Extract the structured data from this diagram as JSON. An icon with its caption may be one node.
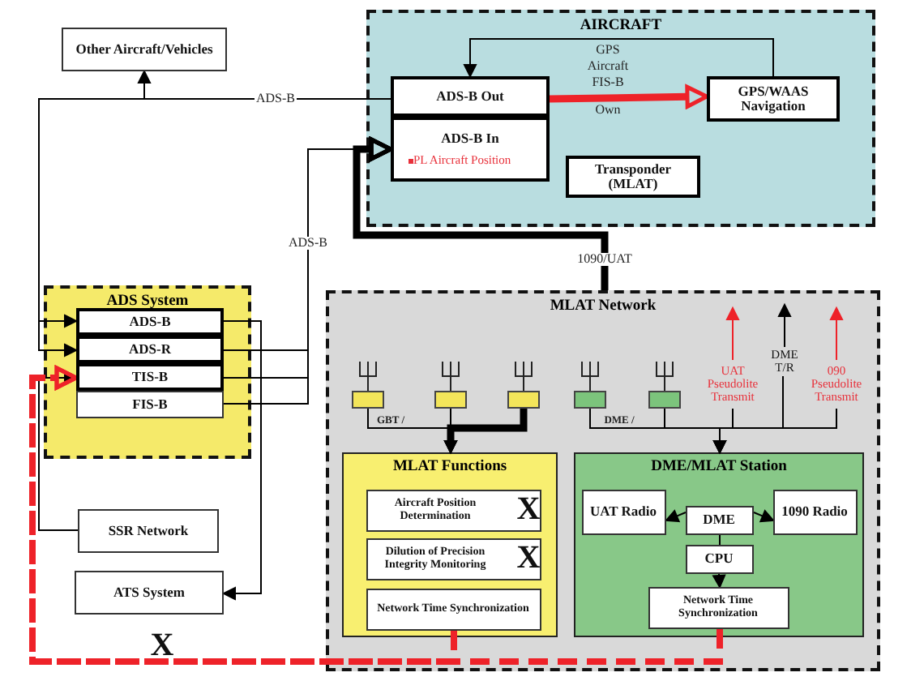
{
  "diagram": {
    "nodes": [
      {
        "text": [
          "Other Aircraft/Vehicles"
        ]
      },
      {
        "text": [
          "AIRCRAFT"
        ]
      },
      {
        "text": [
          "ADS-B Out"
        ],
        "in": 1
      },
      {
        "text": [
          "ADS-B In",
          "PL Aircraft Position"
        ],
        "in": 1
      },
      {
        "text": [
          "GPS/WAAS Navigation"
        ],
        "in": 1
      },
      {
        "text": [
          "Transponder (MLAT)"
        ],
        "in": 1
      },
      {
        "text": [
          "ADS System"
        ]
      },
      {
        "text": [
          "ADS-B"
        ],
        "in": 6
      },
      {
        "text": [
          "ADS-R"
        ],
        "in": 6
      },
      {
        "text": [
          "TIS-B"
        ],
        "in": 6
      },
      {
        "text": [
          "FIS-B"
        ],
        "in": 6
      },
      {
        "text": [
          "SSR Network"
        ]
      },
      {
        "text": [
          "ATS System"
        ]
      },
      {
        "text": [
          "MLAT Network"
        ]
      },
      {
        "text": [],
        "shape": "box",
        "in": 13
      },
      {
        "text": [],
        "shape": "box",
        "in": 13
      },
      {
        "text": [],
        "shape": "box",
        "in": 13
      },
      {
        "text": [],
        "shape": "box",
        "in": 13
      },
      {
        "text": [],
        "shape": "box",
        "in": 13
      },
      {
        "text": [
          "UAT Pseudolite Transmit"
        ],
        "in": 13
      },
      {
        "text": [
          "DME T/R"
        ],
        "in": 13
      },
      {
        "text": [
          "090 Pseudolite Transmit"
        ],
        "in": 13
      },
      {
        "text": [
          "MLAT Functions"
        ],
        "in": 13
      },
      {
        "text": [
          "Aircraft Position Determination"
        ],
        "in": 22
      },
      {
        "text": [
          "Dilution of Precision Integrity Monitoring"
        ],
        "in": 22
      },
      {
        "text": [
          "Network Time Synchronization"
        ],
        "in": 22
      },
      {
        "text": [
          "DME/MLAT Station"
        ],
        "in": 13
      },
      {
        "text": [
          "UAT Radio"
        ],
        "in": 26
      },
      {
        "text": [
          "DME"
        ],
        "in": 26
      },
      {
        "text": [
          "1090 Radio"
        ],
        "in": 26
      },
      {
        "text": [
          "CPU"
        ],
        "in": 26
      },
      {
        "text": [
          "Network Time Synchronization"
        ],
        "in": 26
      }
    ],
    "edges": [
      {
        "from": 2,
        "to": 0,
        "arrow": "to",
        "label": "ADS-B"
      },
      {
        "from": 2,
        "to": 7,
        "arrow": "to"
      },
      {
        "from": 2,
        "to": 8,
        "arrow": "to"
      },
      {
        "from": 8,
        "to": 3,
        "arrow": "to",
        "label": "ADS-B"
      },
      {
        "from": 9,
        "to": 3,
        "arrow": "to"
      },
      {
        "from": 10,
        "to": 3,
        "arrow": "to"
      },
      {
        "from": 7,
        "to": 12,
        "arrow": "to"
      },
      {
        "from": 13,
        "to": 3,
        "arrow": "to",
        "label": "1090/UAT",
        "style": "thick"
      },
      {
        "from": 11,
        "to": 9,
        "arrow": "to"
      },
      {
        "from": 25,
        "to": 9,
        "arrow": "to",
        "style": "dashed",
        "color": "#ee2229"
      },
      {
        "from": 31,
        "to": 9,
        "arrow": "to",
        "style": "dashed",
        "color": "#ee2229"
      },
      {
        "from": 4,
        "to": 2,
        "arrow": "to"
      },
      {
        "from": 2,
        "to": 4,
        "arrow": "to",
        "style": "thick",
        "color": "#ee2229"
      },
      {
        "from": 14,
        "to": 22,
        "arrow": "to"
      },
      {
        "from": 15,
        "to": 22,
        "arrow": "to"
      },
      {
        "from": 16,
        "to": 22,
        "arrow": "to",
        "style": "thick"
      },
      {
        "from": 17,
        "to": 26,
        "arrow": "to"
      },
      {
        "from": 18,
        "to": 26,
        "arrow": "to"
      },
      {
        "from": 19,
        "to": null,
        "arrow": "to",
        "color": "#ee2229"
      },
      {
        "from": 20,
        "to": null,
        "arrow": "to"
      },
      {
        "from": 21,
        "to": null,
        "arrow": "to",
        "color": "#ee2229"
      },
      {
        "from": 20,
        "to": 26,
        "arrow": "to"
      },
      {
        "from": 19,
        "to": 26,
        "arrow": "none"
      },
      {
        "from": 21,
        "to": 26,
        "arrow": "none"
      },
      {
        "from": 28,
        "to": 27,
        "arrow": "to"
      },
      {
        "from": 28,
        "to": 29,
        "arrow": "to"
      },
      {
        "from": 28,
        "to": 30,
        "arrow": "none"
      },
      {
        "from": 30,
        "to": 31,
        "arrow": "to"
      }
    ],
    "labels": [
      "GPS",
      "Aircraft",
      "FIS-B",
      "Own",
      "GBT /",
      "DME /",
      "X",
      "X",
      "X"
    ]
  }
}
